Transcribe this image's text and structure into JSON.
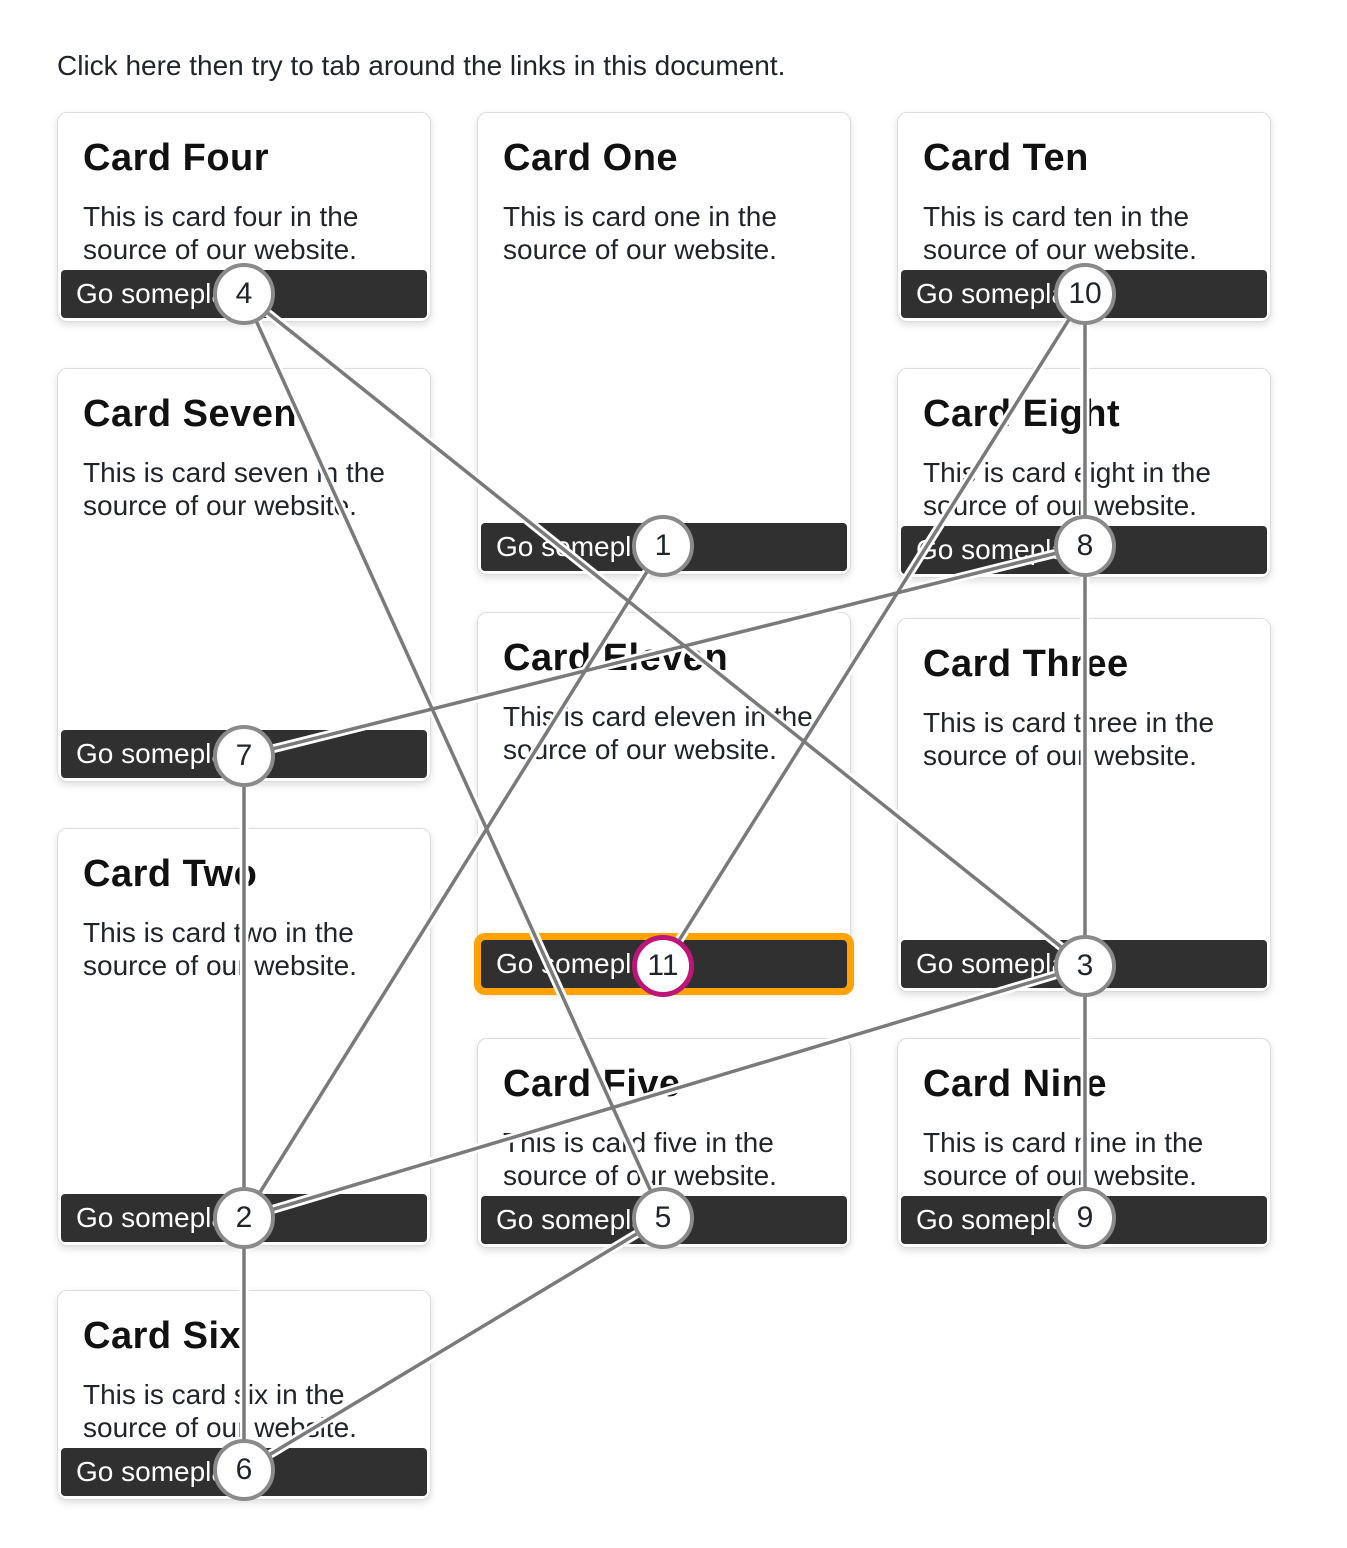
{
  "page": {
    "instruction": "Click here then try to tab around the links in this document."
  },
  "link_label": "Go someplace",
  "cards": [
    {
      "id": "card-four",
      "title": "Card Four",
      "body": "This is card four in the source of our website.",
      "tab": "4"
    },
    {
      "id": "card-seven",
      "title": "Card Seven",
      "body": "This is card seven in the source of our website.",
      "tab": "7"
    },
    {
      "id": "card-two",
      "title": "Card Two",
      "body": "This is card two in the source of our website.",
      "tab": "2"
    },
    {
      "id": "card-six",
      "title": "Card Six",
      "body": "This is card six in the source of our website.",
      "tab": "6"
    },
    {
      "id": "card-one",
      "title": "Card One",
      "body": "This is card one in the source of our website.",
      "tab": "1"
    },
    {
      "id": "card-eleven",
      "title": "Card Eleven",
      "body": "This is card eleven in the source of our website.",
      "tab": "11",
      "focused": true
    },
    {
      "id": "card-five",
      "title": "Card Five",
      "body": "This is card five in the source of our website.",
      "tab": "5"
    },
    {
      "id": "card-ten",
      "title": "Card Ten",
      "body": "This is card ten in the source of our website.",
      "tab": "10"
    },
    {
      "id": "card-eight",
      "title": "Card Eight",
      "body": "This is card eight in the source of our website.",
      "tab": "8"
    },
    {
      "id": "card-three",
      "title": "Card Three",
      "body": "This is card three in the source of our website.",
      "tab": "3"
    },
    {
      "id": "card-nine",
      "title": "Card Nine",
      "body": "This is card nine in the source of our website.",
      "tab": "9"
    }
  ],
  "tab_sequence": [
    "Card One",
    "Card Two",
    "Card Three",
    "Card Four",
    "Card Five",
    "Card Six",
    "Card Seven",
    "Card Eight",
    "Card Nine",
    "Card Ten",
    "Card Eleven"
  ],
  "colors": {
    "focus_outline": "#ffa202",
    "focused_marker_border": "#bd1677",
    "marker_border": "#8a8a8a",
    "link_background": "#303030",
    "path_line": "#7a7a7a",
    "path_casing": "#ffffff"
  }
}
